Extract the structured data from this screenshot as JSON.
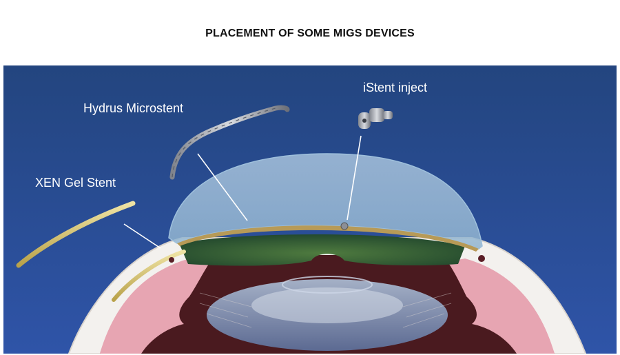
{
  "title": "PLACEMENT OF SOME MIGS DEVICES",
  "labels": {
    "hydrus": "Hydrus Microstent",
    "istent": "iStent inject",
    "xen": "XEN Gel Stent"
  },
  "colors": {
    "background_top": "#2a4c92",
    "background_bottom": "#2c4fa7",
    "cornea": "#a9c6dd",
    "iris": "#3c6a3a",
    "sclera_pink": "#e9a8b4",
    "xen_stent": "#d8c77c"
  }
}
